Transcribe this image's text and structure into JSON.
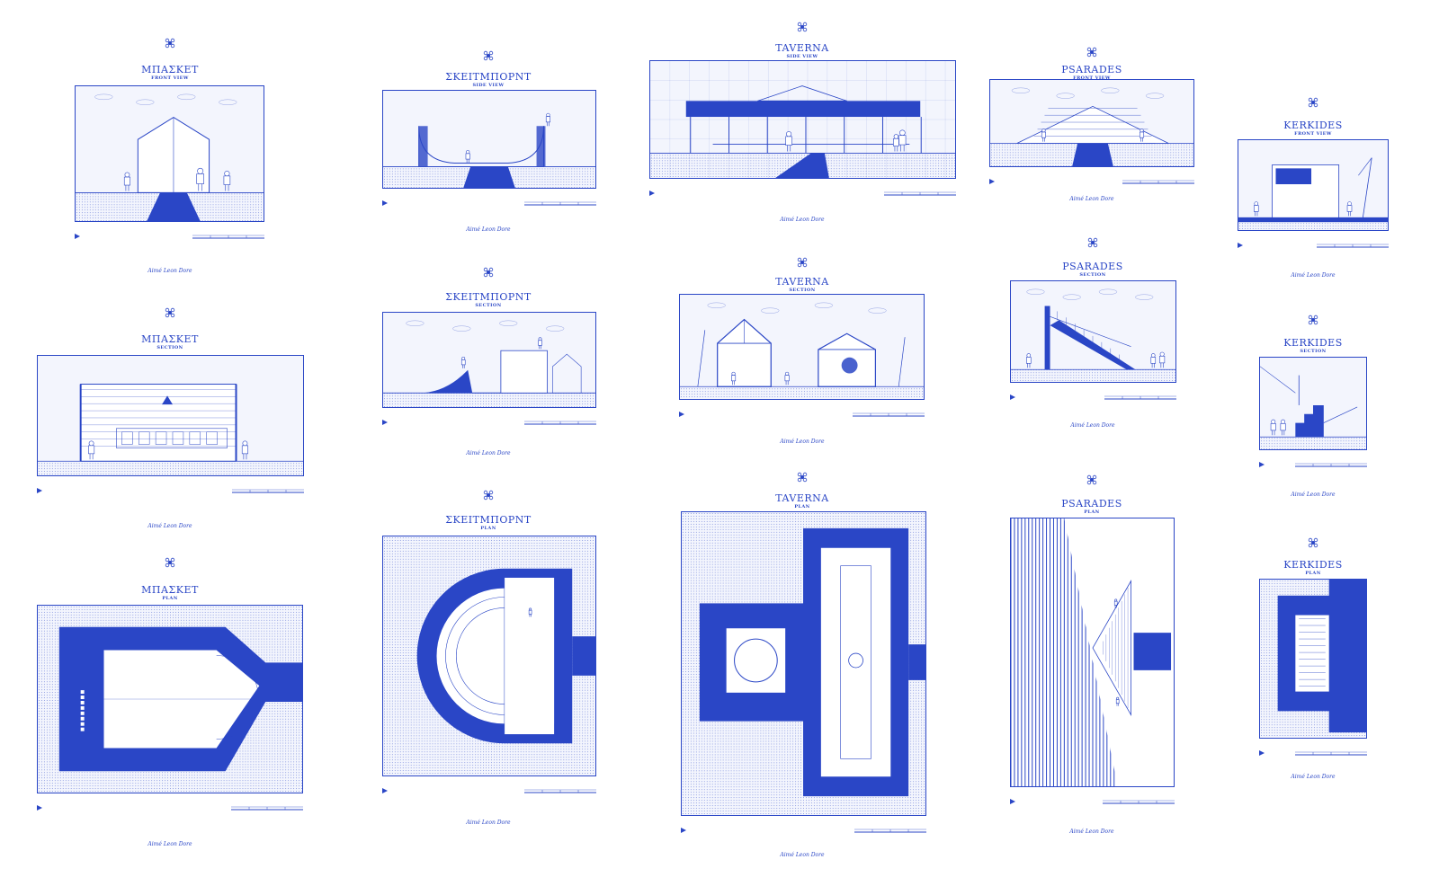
{
  "accent": "#2a46c6",
  "logo_icon": "flower-emblem-icon",
  "signature": "Aimé Leon Dore",
  "sheets": [
    {
      "main": "ΜΠΑΣΚΕΤ",
      "sub": "FRONT VIEW"
    },
    {
      "main": "ΣΚΕΙΤΜΠΟΡΝΤ",
      "sub": "SIDE VIEW"
    },
    {
      "main": "TAVERNA",
      "sub": "SIDE VIEW"
    },
    {
      "main": "PSARADES",
      "sub": "FRONT VIEW"
    },
    {
      "main": "KERKIDES",
      "sub": "FRONT VIEW"
    },
    {
      "main": "ΜΠΑΣΚΕΤ",
      "sub": "SECTION"
    },
    {
      "main": "ΣΚΕΙΤΜΠΟΡΝΤ",
      "sub": "SECTION"
    },
    {
      "main": "TAVERNA",
      "sub": "SECTION"
    },
    {
      "main": "PSARADES",
      "sub": "SECTION"
    },
    {
      "main": "KERKIDES",
      "sub": "SECTION"
    },
    {
      "main": "ΜΠΑΣΚΕΤ",
      "sub": "PLAN"
    },
    {
      "main": "ΣΚΕΙΤΜΠΟΡΝΤ",
      "sub": "PLAN"
    },
    {
      "main": "TAVERNA",
      "sub": "PLAN"
    },
    {
      "main": "PSARADES",
      "sub": "PLAN"
    },
    {
      "main": "KERKIDES",
      "sub": "PLAN"
    }
  ]
}
